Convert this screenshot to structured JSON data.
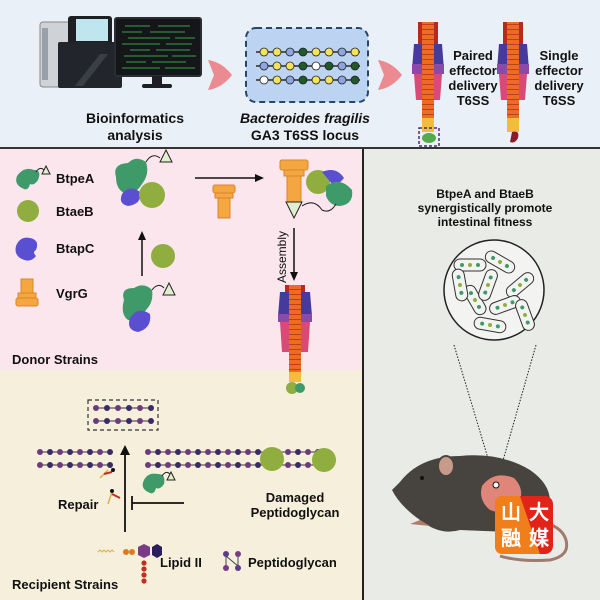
{
  "top_panel": {
    "bioinformatics_label_line1": "Bioinformatics",
    "bioinformatics_label_line2": "analysis",
    "locus_label_line1": "Bacteroides fragilis",
    "locus_label_line2": "GA3 T6SS locus",
    "paired_label": [
      "Paired",
      "effector",
      "delivery",
      "T6SS"
    ],
    "single_label": [
      "Single",
      "effector",
      "delivery",
      "T6SS"
    ],
    "gene_rows": [
      [
        "yellow",
        "yellow",
        "blue",
        "green",
        "yellow",
        "yellow",
        "blue",
        "yellow"
      ],
      [
        "blue",
        "yellow",
        "yellow",
        "green",
        "white",
        "green",
        "blue",
        "green"
      ],
      [
        "white",
        "yellow",
        "blue",
        "green",
        "yellow",
        "yellow",
        "blue",
        "green"
      ]
    ]
  },
  "donor_panel": {
    "title": "Donor Strains",
    "legend": [
      {
        "icon": "btpea-protein-icon",
        "label": "BtpeA"
      },
      {
        "icon": "btaeb-protein-icon",
        "label": "BtaeB"
      },
      {
        "icon": "btapc-protein-icon",
        "label": "BtapC"
      },
      {
        "icon": "vgrg-spike-icon",
        "label": "VgrG"
      }
    ],
    "assembly_label": "Assembly"
  },
  "recipient_panel": {
    "title": "Recipient Strains",
    "repair_label": "Repair",
    "damaged_label_line1": "Damaged",
    "damaged_label_line2": "Peptidoglycan",
    "lipid_label": "Lipid II",
    "peptidoglycan_label": "Peptidoglycan"
  },
  "right_panel": {
    "title_line1": "BtpeA and BtaeB",
    "title_line2": "synergistically promote",
    "title_line3": "intestinal fitness"
  },
  "watermark": {
    "chars": [
      "山",
      "大",
      "融",
      "媒"
    ]
  },
  "colors": {
    "top_bg": "#e9f0f8",
    "donor_bg": "#fbe6ee",
    "recipient_bg": "#f6efdc",
    "right_bg": "#e8ebe6",
    "btpea": "#3f9a6a",
    "btaeb": "#8fae3f",
    "btapc": "#5a4fd0",
    "vgrg": "#f4a640",
    "pg_purple": "#6b3b7c",
    "pg_dark": "#3a2a66"
  }
}
